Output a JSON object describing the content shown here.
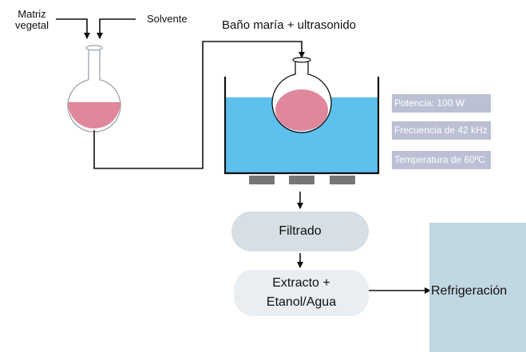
{
  "labels": {
    "matriz": "Matriz vegetal",
    "solvente": "Solvente",
    "bath_title": "Baño maría + ultrasonido"
  },
  "parameters": [
    "Potencia: 100 W",
    "Frecuencia de 42 kHz",
    "Temperatura de 60ºC"
  ],
  "steps": {
    "filtrado": "Filtrado",
    "extracto": "Extracto + Etanol/Agua",
    "refrigeracion": "Refrigeración"
  },
  "colors": {
    "water": "#5ec0ec",
    "liquid": "#e0889b",
    "parameter_box": "#bcc0d4",
    "filtrado_box": "#d6dfe3",
    "extracto_box": "#e9eef3",
    "refrigeracion_panel": "#c1d7e2",
    "transducer": "#777777"
  }
}
